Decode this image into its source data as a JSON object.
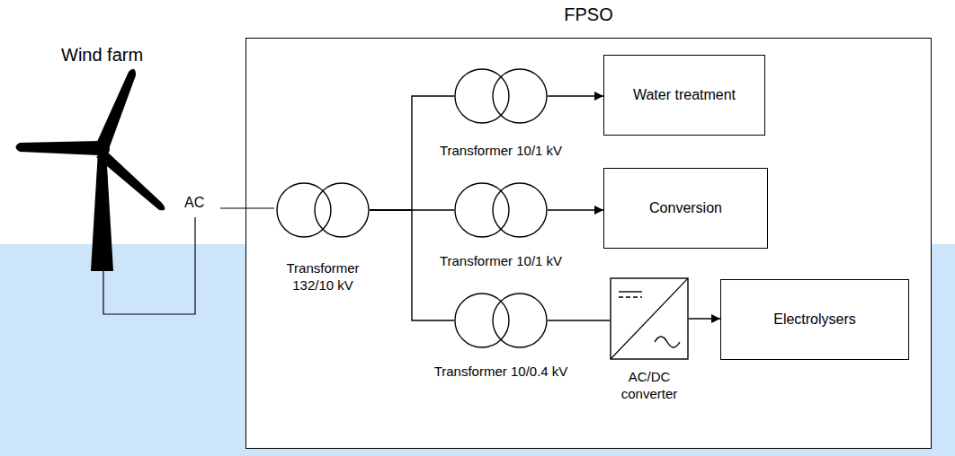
{
  "diagram": {
    "nodes": [
      {
        "text": [
          "FPSO"
        ]
      },
      {
        "text": [
          "Transformer 132/10 kV"
        ],
        "in": 0
      },
      {
        "text": [
          "Transformer 10/1 kV"
        ],
        "in": 0
      },
      {
        "text": [
          "Water treatment"
        ],
        "in": 0
      },
      {
        "text": [
          "Transformer 10/1 kV"
        ],
        "in": 0
      },
      {
        "text": [
          "Conversion"
        ],
        "in": 0
      },
      {
        "text": [
          "Transformer 10/0.4 kV"
        ],
        "in": 0
      },
      {
        "text": [
          "AC/DC converter"
        ],
        "in": 0
      },
      {
        "text": [
          "Electrolysers"
        ],
        "in": 0
      }
    ],
    "edges": [
      {
        "from": 1,
        "to": 2,
        "arrow": "none"
      },
      {
        "from": 1,
        "to": 4,
        "arrow": "none"
      },
      {
        "from": 1,
        "to": 6,
        "arrow": "none"
      },
      {
        "from": 2,
        "to": 3,
        "arrow": "to"
      },
      {
        "from": 4,
        "to": 5,
        "arrow": "to"
      },
      {
        "from": 6,
        "to": 7,
        "arrow": "none"
      },
      {
        "from": 7,
        "to": 8,
        "arrow": "to"
      }
    ],
    "labels": [
      "Wind farm",
      "AC"
    ]
  }
}
